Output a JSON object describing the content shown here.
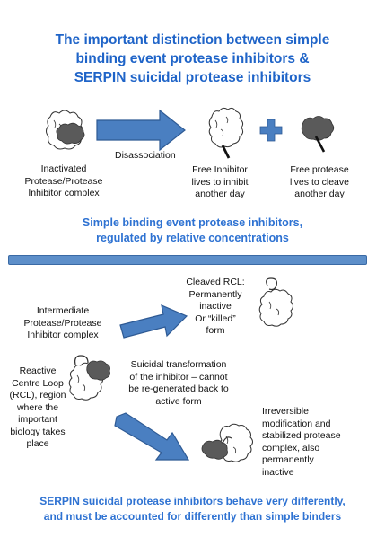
{
  "title": {
    "lines": [
      "The important distinction between simple",
      "binding event protease inhibitors &",
      "SERPIN suicidal protease inhibitors"
    ]
  },
  "top": {
    "complex_label": [
      "Inactivated",
      "Protease/Protease",
      "Inhibitor complex"
    ],
    "arrow_label": "Disassociation",
    "free_inhibitor_label": [
      "Free Inhibitor",
      "lives to inhibit",
      "another day"
    ],
    "free_protease_label": [
      "Free protease",
      "lives to cleave",
      "another day"
    ],
    "caption": [
      "Simple binding event protease inhibitors,",
      "regulated by relative concentrations"
    ]
  },
  "bottom": {
    "intermediate_label": [
      "Intermediate",
      "Protease/Protease",
      "Inhibitor complex"
    ],
    "cleaved_label": [
      "Cleaved RCL:",
      "Permanently",
      "inactive",
      "Or “killed”",
      "form"
    ],
    "rcl_label": [
      "Reactive",
      "Centre Loop",
      "(RCL), region",
      "where the",
      "important",
      "biology takes",
      "place"
    ],
    "suicidal_label": [
      "Suicidal transformation",
      "of the inhibitor – cannot",
      "be re-generated back to",
      "active form"
    ],
    "irreversible_label": [
      "Irreversible",
      "modification and",
      "stabilized protease",
      "complex, also",
      "permanently",
      "inactive"
    ],
    "caption": [
      "SERPIN suicidal protease  inhibitors behave very differently,",
      "and must be accounted  for differently than simple binders"
    ]
  },
  "colors": {
    "title_blue": "#1f64c8",
    "arrow_fill": "#4a7fc1",
    "divider": "#5d8fc9",
    "protease_gray": "#5a5a5a"
  }
}
